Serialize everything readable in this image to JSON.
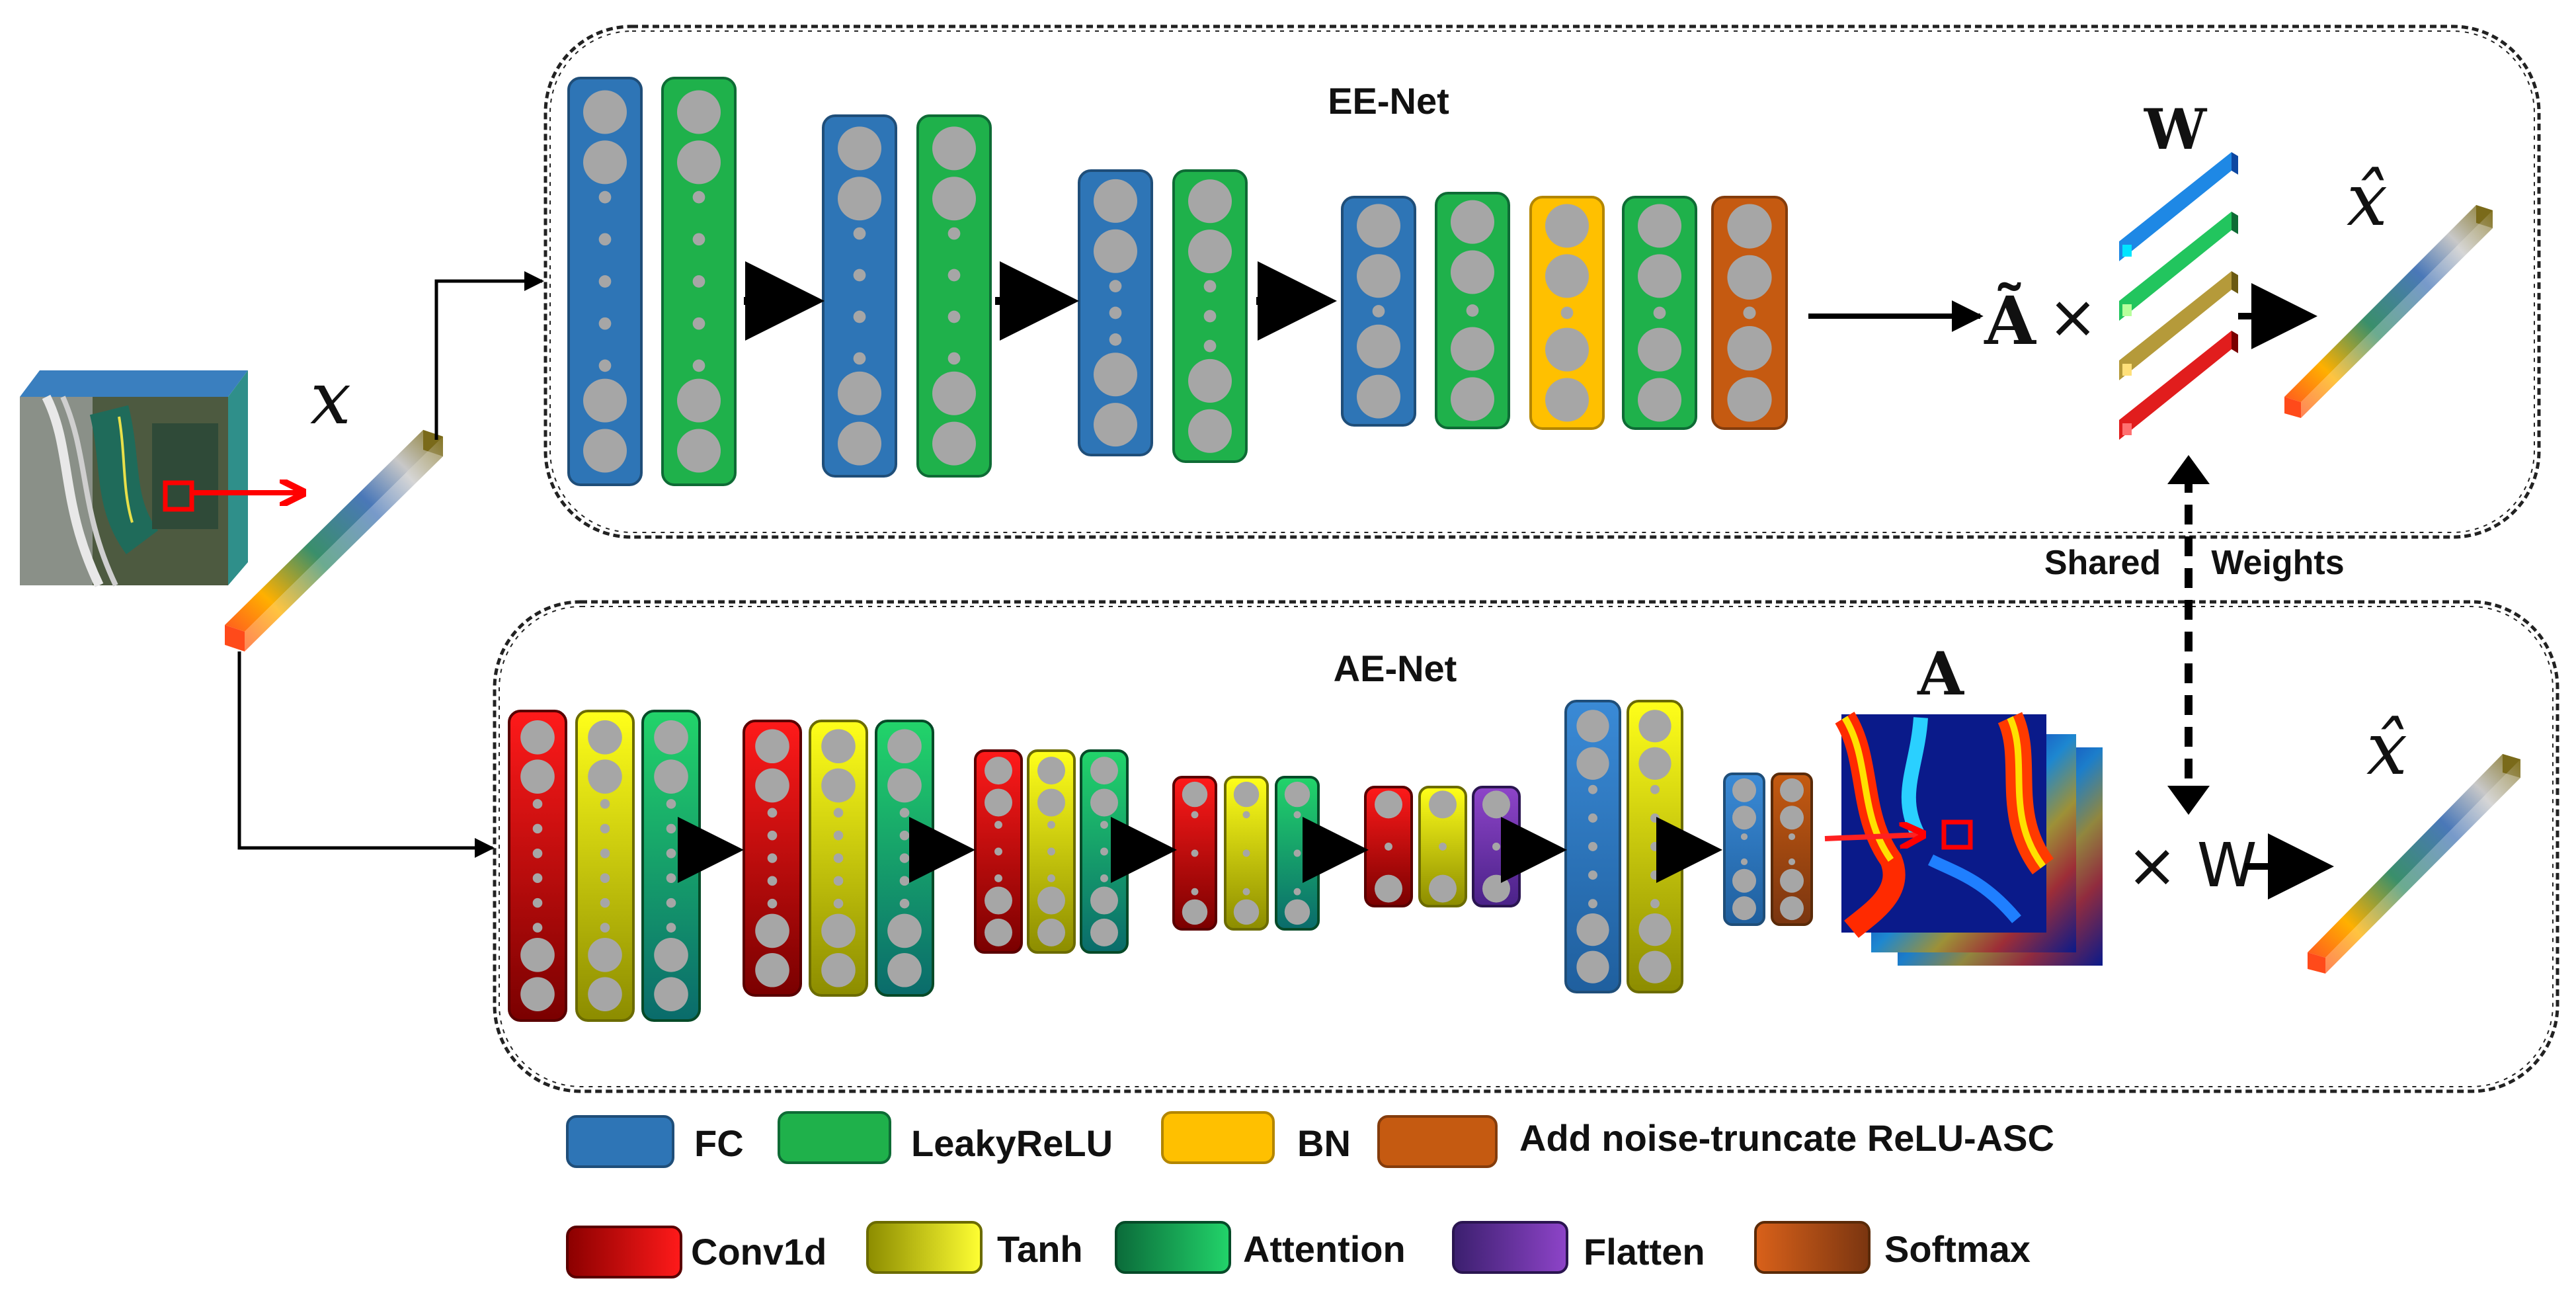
{
  "ee_net": {
    "title": "EE-Net"
  },
  "ae_net": {
    "title": "AE-Net"
  },
  "symbols": {
    "input": "x",
    "output_ee": "x̂",
    "output_ae": "x̂",
    "weights": "W",
    "abundance_est": "Ã",
    "abundance": "A",
    "times": "×",
    "times_w": "× W"
  },
  "shared": {
    "left": "Shared",
    "right": "Weights"
  },
  "legend": {
    "row1": [
      {
        "label": "FC",
        "color": "#2e75b6"
      },
      {
        "label": "LeakyReLU",
        "color": "#1fb14b"
      },
      {
        "label": "BN",
        "color": "#ffc000"
      },
      {
        "label": "Add noise-truncate ReLU-ASC",
        "color": "#c55a11"
      }
    ],
    "row2": [
      {
        "label": "Conv1d",
        "gradient": [
          "#8b0000",
          "#ff1a1a"
        ]
      },
      {
        "label": "Tanh",
        "gradient": [
          "#8c8c00",
          "#ffff33"
        ]
      },
      {
        "label": "Attention",
        "gradient": [
          "#0b6b3a",
          "#22d46a"
        ]
      },
      {
        "label": "Flatten",
        "gradient": [
          "#3b1f6e",
          "#8e44c9"
        ]
      },
      {
        "label": "Softmax",
        "gradient": [
          "#d9611a",
          "#7a3510"
        ]
      }
    ]
  },
  "colors": {
    "fc": "#2e75b6",
    "leaky_relu": "#1fb14b",
    "bn": "#ffc000",
    "asc": "#c55a11",
    "node": "#a6a6a6",
    "highlight": "#ff0000"
  }
}
